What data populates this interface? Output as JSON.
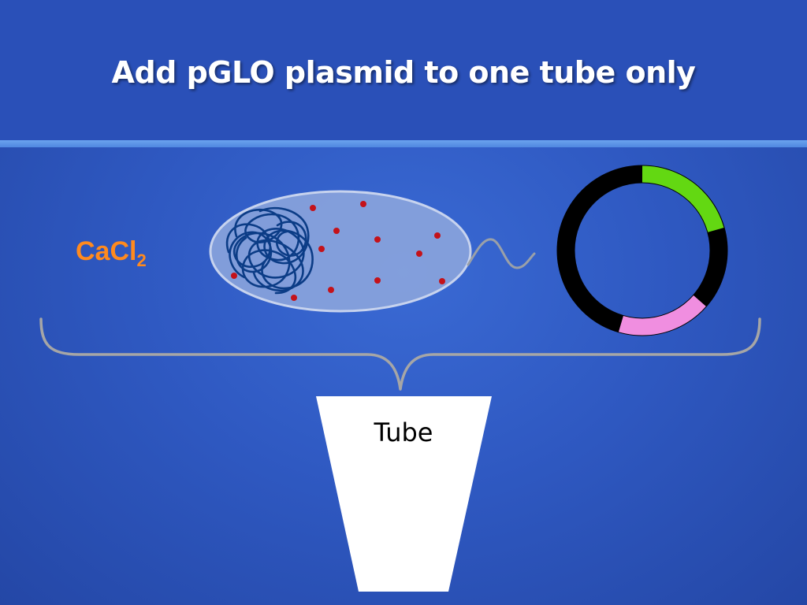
{
  "slide": {
    "title": "Add pGLO plasmid to one tube only",
    "reagent_label": "CaCl",
    "reagent_subscript": "2",
    "tube_label": "Tube"
  },
  "colors": {
    "background": "#2f59c2",
    "title_rule": "#5b93e6",
    "reagent_text": "#ff8a1e",
    "cell_fill": "#8fa8dd",
    "cell_stroke": "#c7d3ee",
    "dna_tangle": "#0b3c86",
    "dots": "#c4121a",
    "plasmid_black": "#000000",
    "plasmid_green": "#63d812",
    "plasmid_pink": "#f08ee0",
    "brace": "#a6a6a6",
    "tube_fill": "#ffffff"
  },
  "icons": [
    "bacterial-cell-icon",
    "plasmid-ring-icon",
    "tube-icon",
    "curly-brace-icon"
  ]
}
